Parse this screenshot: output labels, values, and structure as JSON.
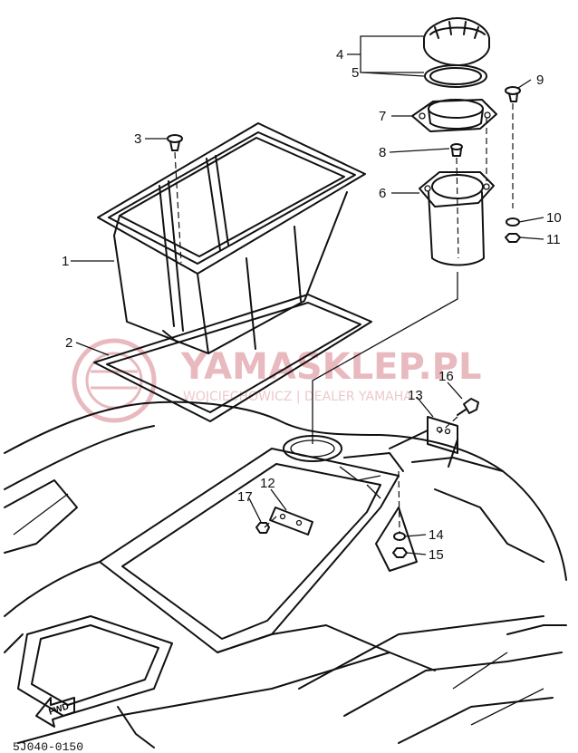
{
  "watermark": {
    "brand": "YAMASKLEP.PL",
    "tagline": "WOJCIECHOWICZ | DEALER YAMAHA",
    "color": "#e8b9bf"
  },
  "fwd_label": "FWD",
  "diagram_code": "5J040-0150",
  "callouts": [
    "1",
    "2",
    "3",
    "4",
    "5",
    "6",
    "7",
    "8",
    "9",
    "10",
    "11",
    "12",
    "13",
    "14",
    "15",
    "16",
    "17"
  ]
}
